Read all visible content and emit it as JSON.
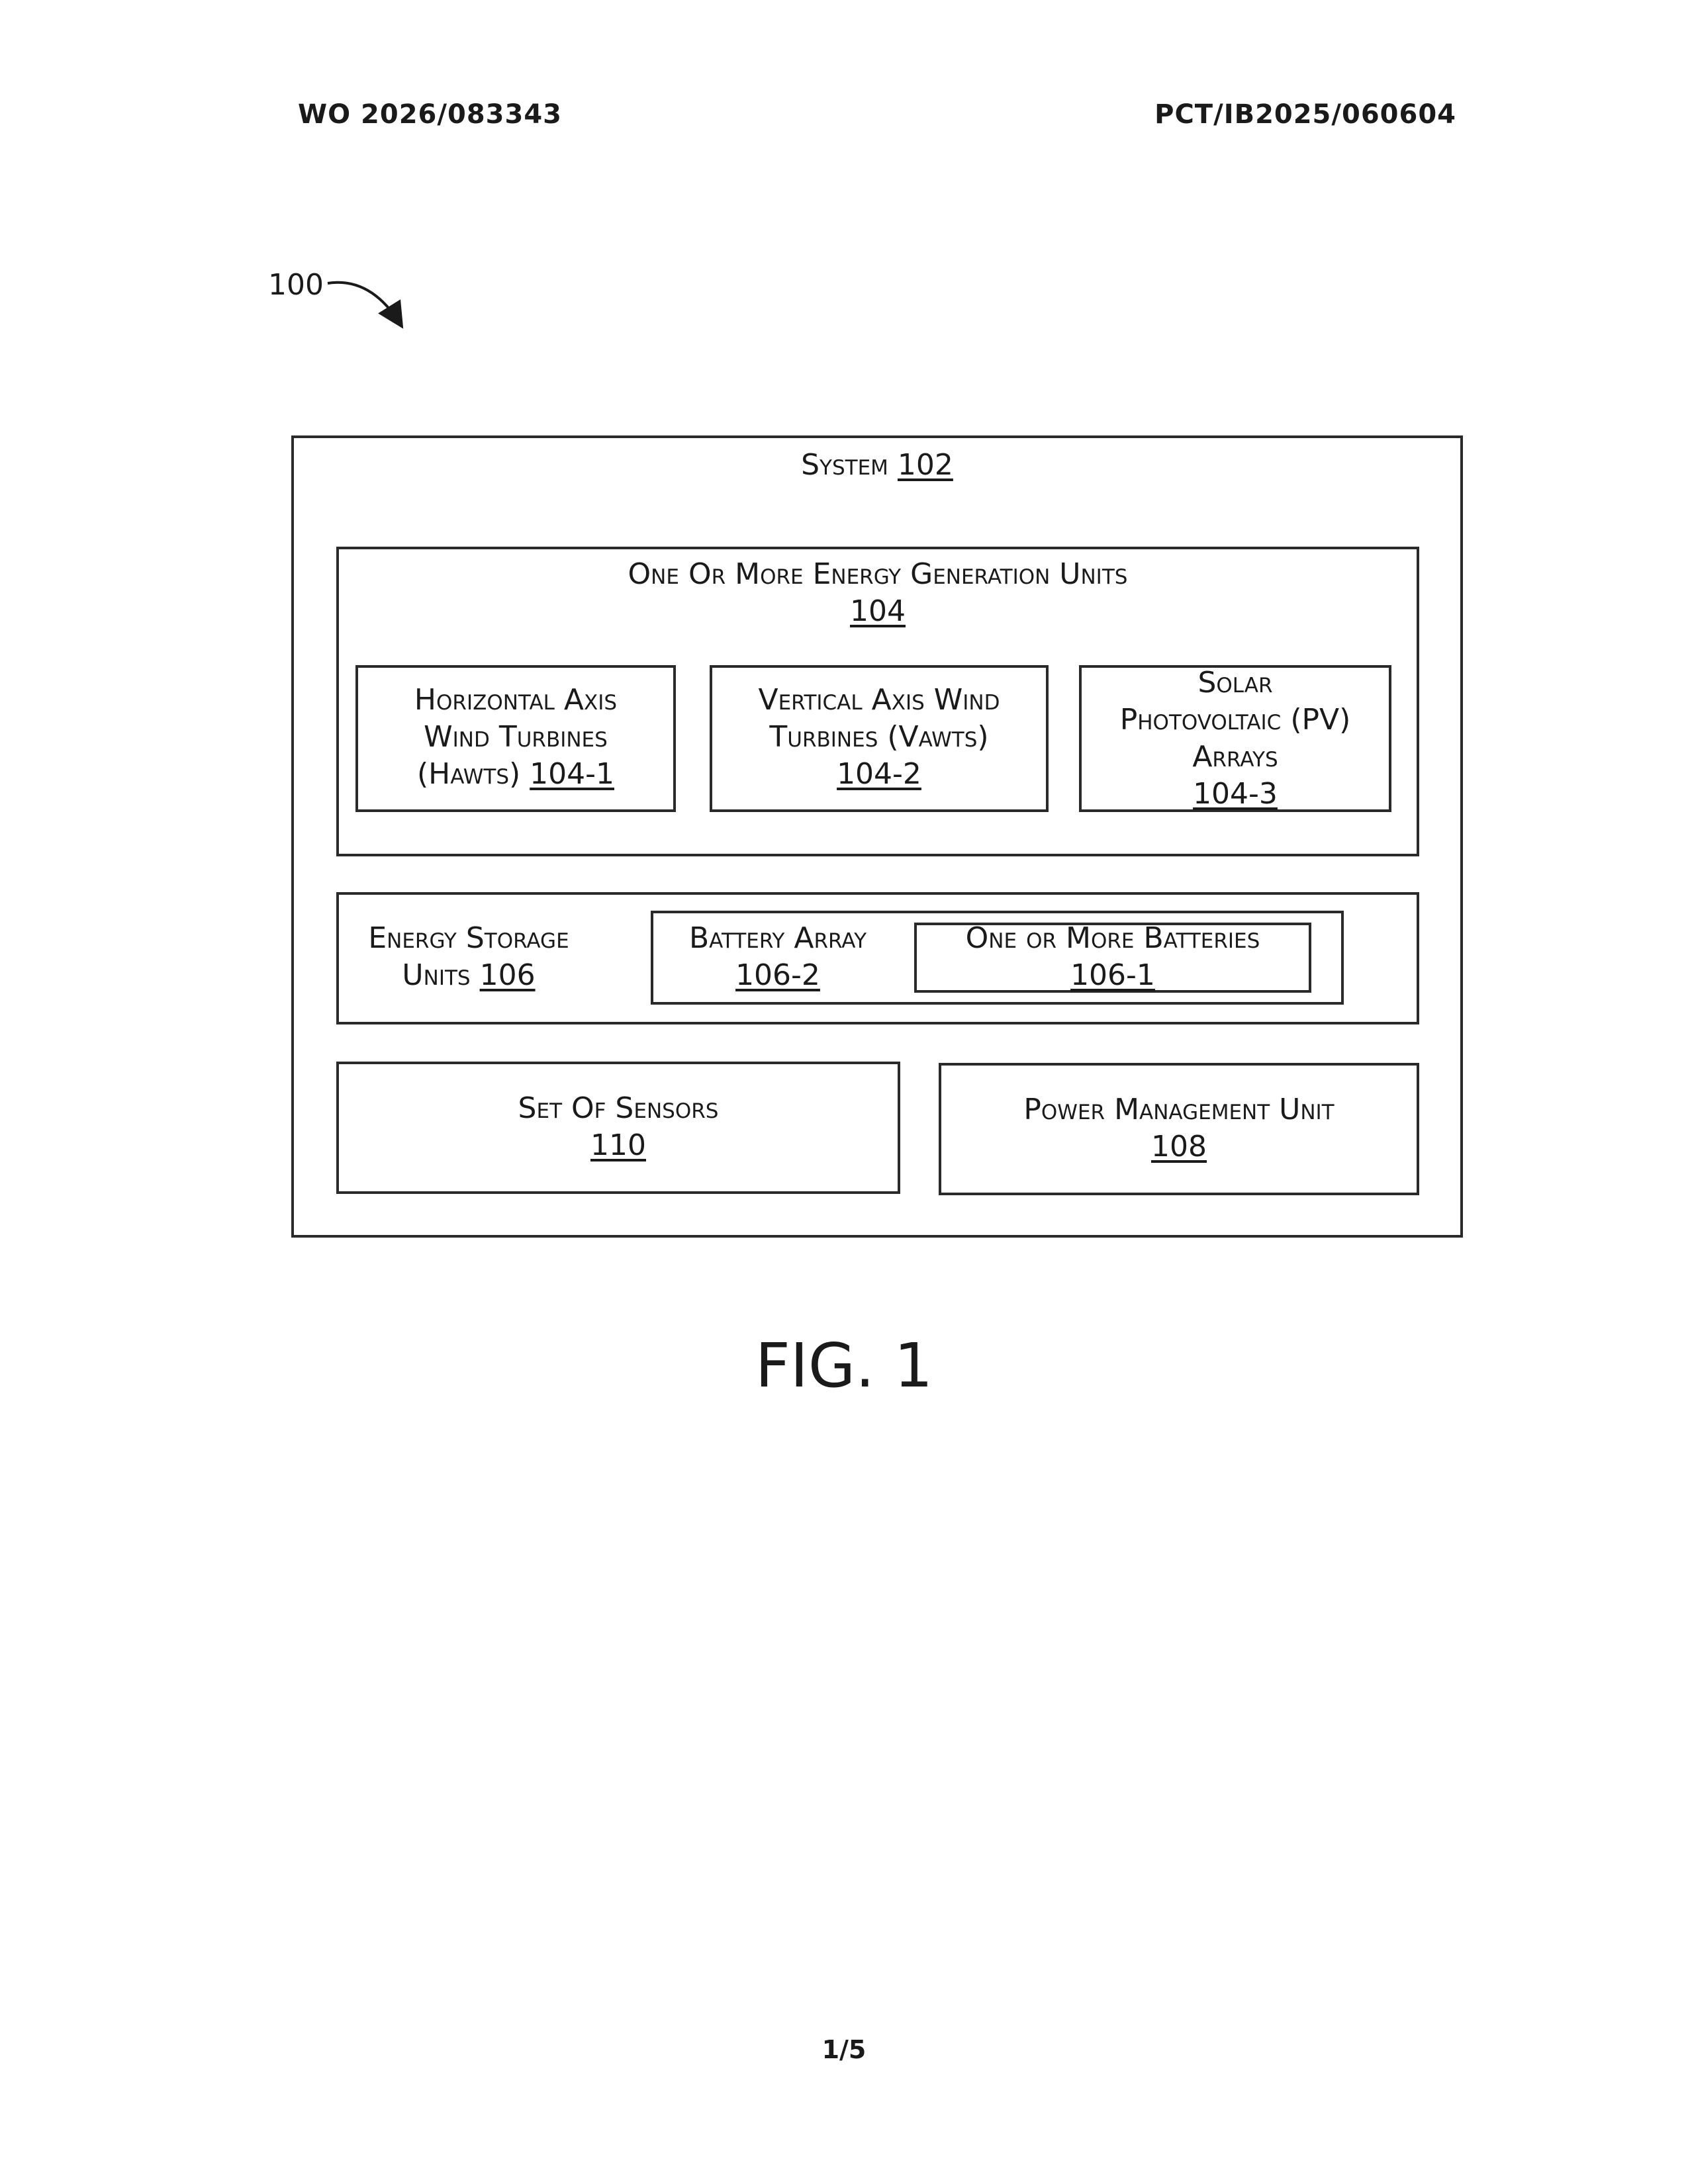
{
  "header": {
    "publication_number": "WO 2026/083343",
    "application_number": "PCT/IB2025/060604"
  },
  "reference": {
    "label": "100"
  },
  "system": {
    "title": "System",
    "num": "102"
  },
  "generation": {
    "title": "One Or More Energy Generation Units",
    "num": "104",
    "hawt": {
      "line1": "Horizontal Axis",
      "line2": "Wind Turbines",
      "line3": "(Hawts)",
      "num": "104-1"
    },
    "vawt": {
      "line1": "Vertical Axis Wind",
      "line2": "Turbines (Vawts)",
      "num": "104-2"
    },
    "solar": {
      "line1": "Solar",
      "line2": "Photovoltaic (PV)",
      "line3": "Arrays",
      "num": "104-3"
    }
  },
  "storage": {
    "line1": "Energy Storage",
    "line2": "Units",
    "num": "106",
    "battery_array": {
      "title": "Battery Array",
      "num": "106-2"
    },
    "batteries": {
      "title": "One or More Batteries",
      "num": "106-1"
    }
  },
  "sensors": {
    "title": "Set Of Sensors",
    "num": "110"
  },
  "power": {
    "title": "Power Management Unit",
    "num": "108"
  },
  "figure": {
    "label": "FIG. 1"
  },
  "page": {
    "number": "1/5"
  }
}
